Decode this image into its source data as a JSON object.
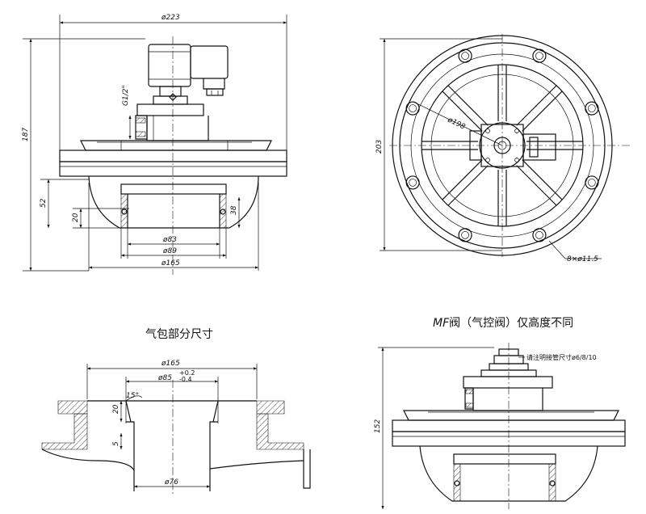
{
  "front_view": {
    "dims": {
      "d223": "ø223",
      "h187": "187",
      "h52": "52",
      "h20": "20",
      "h38": "38",
      "thread": "G1/2\"",
      "d83": "ø83",
      "d89": "ø89",
      "d165": "ø165"
    }
  },
  "top_view": {
    "dims": {
      "d198": "ø198",
      "h203": "203",
      "holes": "8×ø11.5"
    }
  },
  "tank_section": {
    "title": "气包部分尺寸",
    "dims": {
      "d165": "ø165",
      "d85": "ø85",
      "tol_upper": "+0.2",
      "tol_lower": "-0.4",
      "angle": "15°",
      "h20": "20",
      "h5": "5",
      "d76": "ø76"
    }
  },
  "mf_view": {
    "title_prefix": "MF",
    "title_rest": "阀（气控阀）仅高度不同",
    "note": "请注明接管尺寸ø6/8/10",
    "h152": "152"
  }
}
